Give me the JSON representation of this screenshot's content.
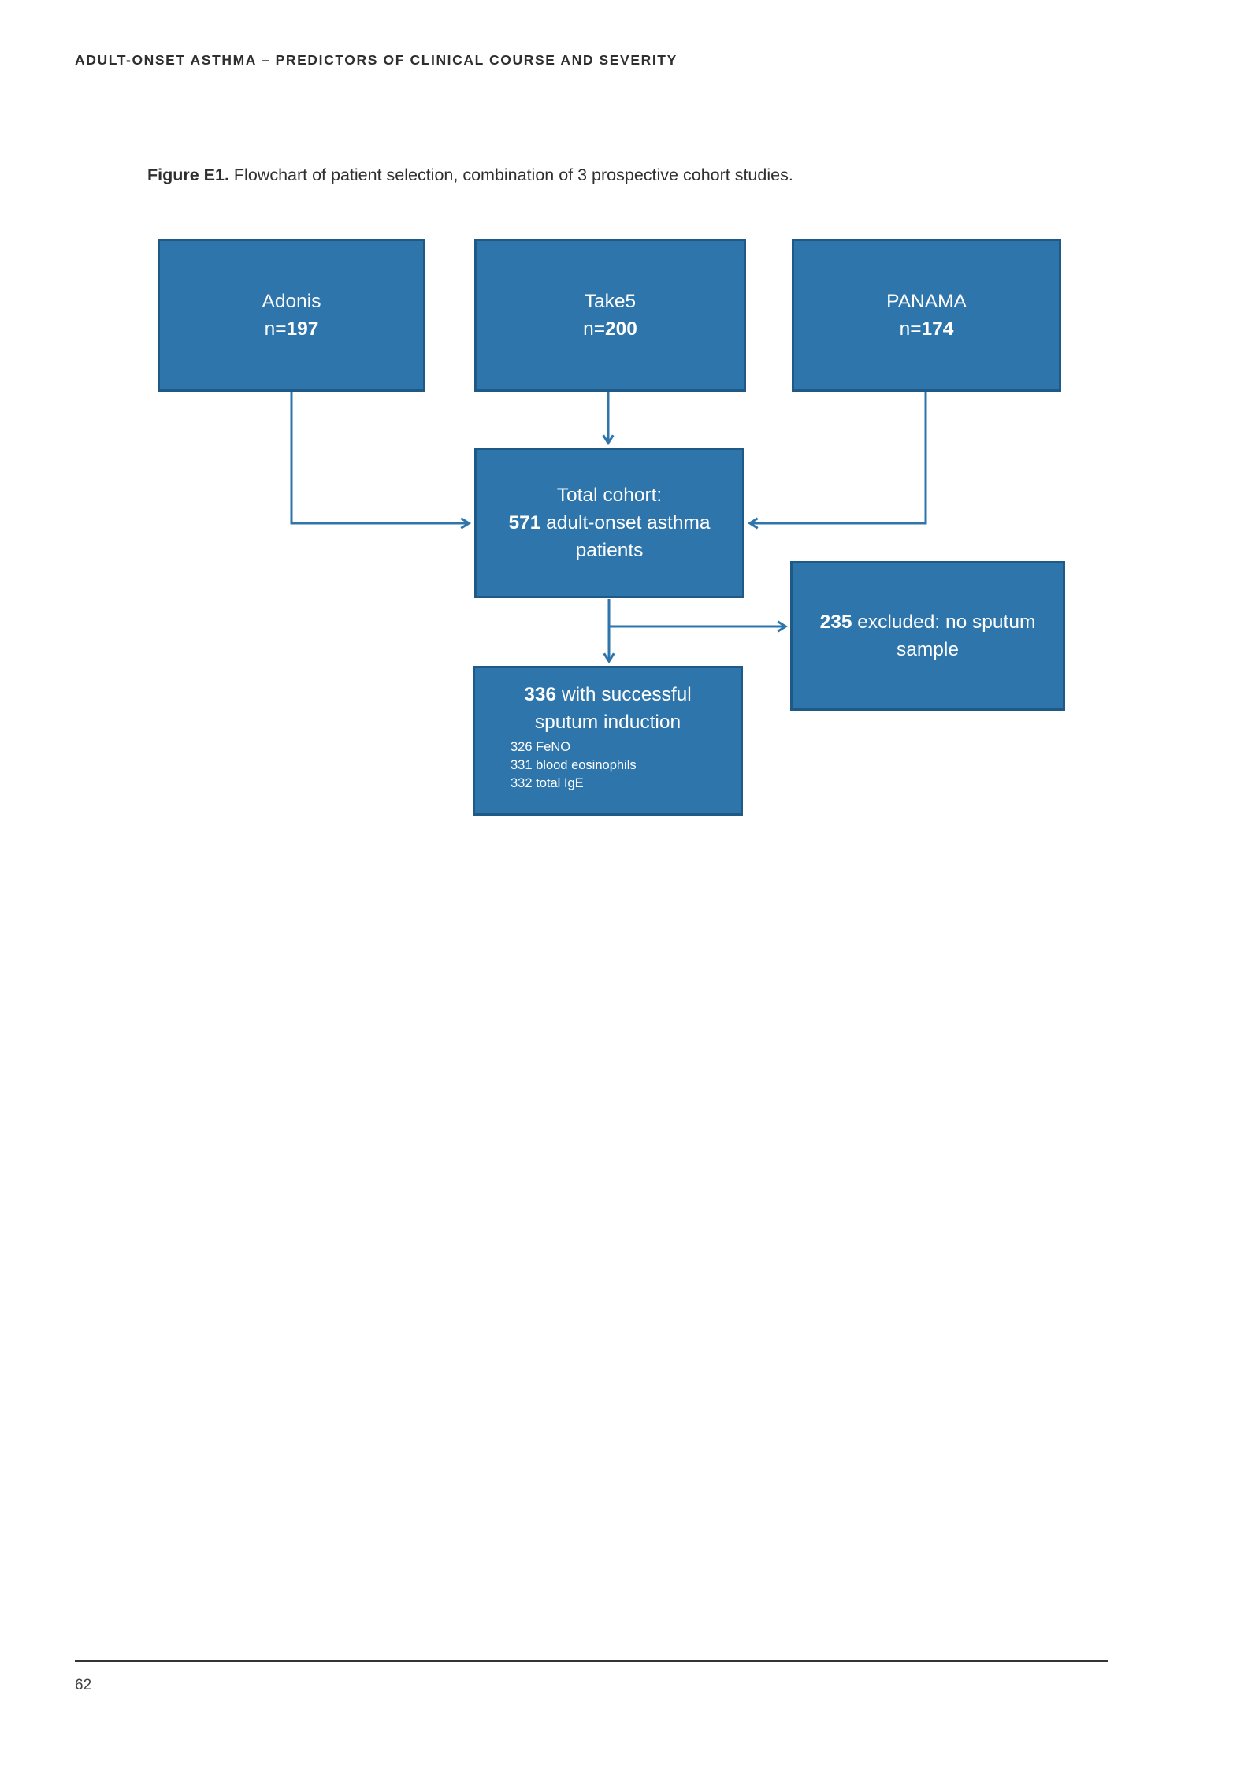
{
  "page": {
    "running_head": "ADULT-ONSET ASTHMA – PREDICTORS OF CLINICAL COURSE AND SEVERITY",
    "number": "62"
  },
  "caption": {
    "label": "Figure E1.",
    "text": " Flowchart of patient selection, combination of 3 prospective cohort studies."
  },
  "theme": {
    "box_fill": "#2E75AB",
    "box_border": "#1F5A87",
    "arrow_color": "#2E75AC",
    "text_on_box": "#FFFFFF"
  },
  "flowchart": {
    "cohorts": [
      {
        "name": "Adonis",
        "n_prefix": "n=",
        "n": "197"
      },
      {
        "name": "Take5",
        "n_prefix": "n=",
        "n": "200"
      },
      {
        "name": "PANAMA",
        "n_prefix": "n=",
        "n": "174"
      }
    ],
    "total": {
      "line1": "Total cohort:",
      "n": "571",
      "line2_rest": " adult-onset asthma",
      "line3": "patients"
    },
    "excluded": {
      "n": "235",
      "line1_rest": " excluded: no sputum",
      "line2": "sample"
    },
    "sputum": {
      "n": "336",
      "line1_rest": " with successful",
      "line2": "sputum induction",
      "details": [
        "326 FeNO",
        "331 blood eosinophils",
        "332 total IgE"
      ]
    }
  }
}
